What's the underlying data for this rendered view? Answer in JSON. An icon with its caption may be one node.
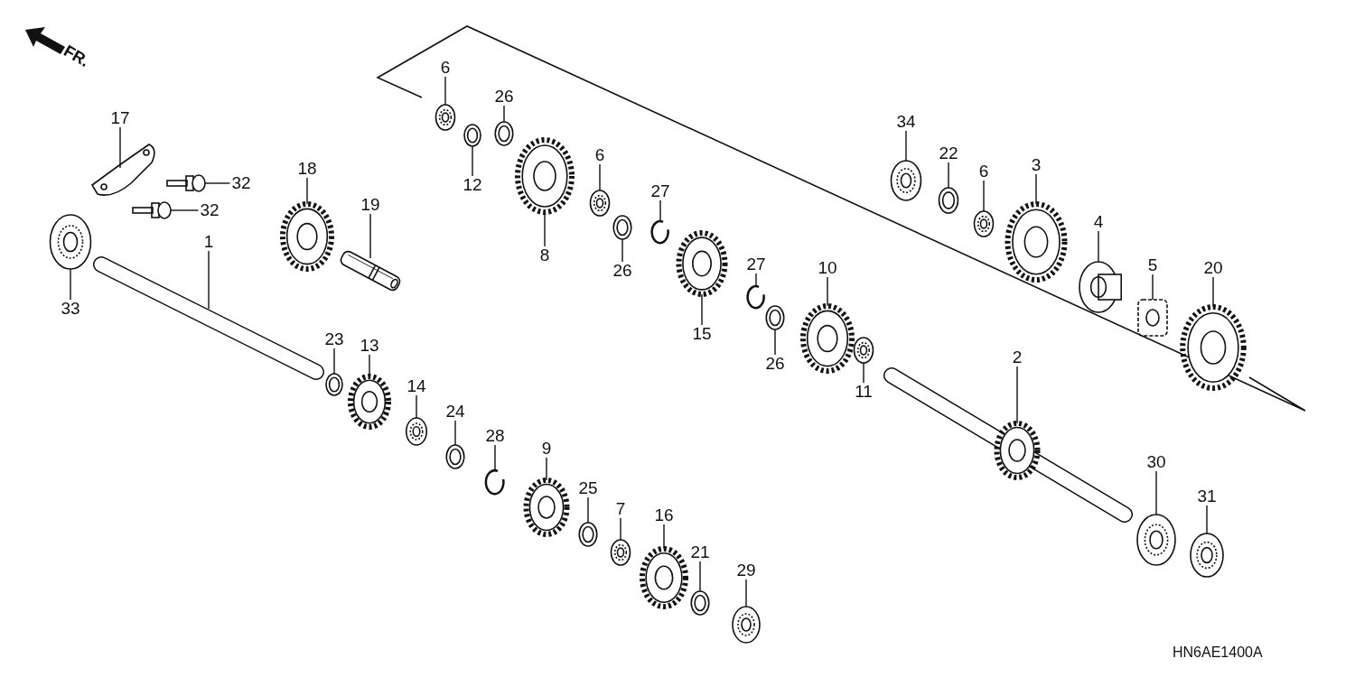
{
  "diagram": {
    "nodes": [
      {
        "text": [
          "6"
        ]
      },
      {
        "text": [
          "26"
        ]
      },
      {
        "text": [
          "12"
        ]
      },
      {
        "text": [
          "8"
        ]
      },
      {
        "text": [
          "6"
        ]
      },
      {
        "text": [
          "27"
        ]
      },
      {
        "text": [
          "26"
        ]
      },
      {
        "text": [
          "34"
        ]
      },
      {
        "text": [
          "22"
        ]
      },
      {
        "text": [
          "6"
        ]
      },
      {
        "text": [
          "3"
        ]
      },
      {
        "text": [
          "17"
        ]
      },
      {
        "text": [
          "18"
        ]
      },
      {
        "text": [
          "32"
        ]
      },
      {
        "text": [
          "32"
        ]
      },
      {
        "text": [
          "19"
        ]
      },
      {
        "text": [
          "1"
        ]
      },
      {
        "text": [
          "33"
        ]
      },
      {
        "text": [
          "27"
        ]
      },
      {
        "text": [
          "15"
        ]
      },
      {
        "text": [
          "10"
        ]
      },
      {
        "text": [
          "26"
        ]
      },
      {
        "text": [
          "11"
        ]
      },
      {
        "text": [
          "4"
        ]
      },
      {
        "text": [
          "5"
        ]
      },
      {
        "text": [
          "20"
        ]
      },
      {
        "text": [
          "2"
        ]
      },
      {
        "text": [
          "23"
        ]
      },
      {
        "text": [
          "13"
        ]
      },
      {
        "text": [
          "14"
        ]
      },
      {
        "text": [
          "24"
        ]
      },
      {
        "text": [
          "28"
        ]
      },
      {
        "text": [
          "9"
        ]
      },
      {
        "text": [
          "25"
        ]
      },
      {
        "text": [
          "7"
        ]
      },
      {
        "text": [
          "16"
        ]
      },
      {
        "text": [
          "21"
        ]
      },
      {
        "text": [
          "29"
        ]
      },
      {
        "text": [
          "30"
        ]
      },
      {
        "text": [
          "31"
        ]
      },
      {
        "text": [],
        "shape": "picture"
      },
      {
        "text": [],
        "shape": "picture"
      },
      {
        "text": [],
        "shape": "picture"
      },
      {
        "text": [],
        "shape": "picture"
      },
      {
        "text": [],
        "shape": "picture"
      },
      {
        "text": [],
        "shape": "picture"
      },
      {
        "text": [],
        "shape": "picture"
      },
      {
        "text": [],
        "shape": "picture"
      },
      {
        "text": [],
        "shape": "picture"
      },
      {
        "text": [],
        "shape": "picture"
      },
      {
        "text": [],
        "shape": "picture"
      },
      {
        "text": [],
        "shape": "picture"
      },
      {
        "text": [],
        "shape": "picture"
      },
      {
        "text": [],
        "shape": "picture"
      },
      {
        "text": [],
        "shape": "picture"
      },
      {
        "text": [],
        "shape": "picture"
      },
      {
        "text": [],
        "shape": "picture"
      },
      {
        "text": [],
        "shape": "picture"
      },
      {
        "text": [],
        "shape": "picture"
      },
      {
        "text": [],
        "shape": "picture"
      },
      {
        "text": [],
        "shape": "picture"
      },
      {
        "text": [],
        "shape": "picture"
      },
      {
        "text": [],
        "shape": "picture"
      },
      {
        "text": [],
        "shape": "picture"
      },
      {
        "text": [],
        "shape": "picture"
      },
      {
        "text": [],
        "shape": "picture"
      },
      {
        "text": [],
        "shape": "picture"
      },
      {
        "text": [],
        "shape": "picture"
      },
      {
        "text": [],
        "shape": "picture"
      },
      {
        "text": [],
        "shape": "picture"
      },
      {
        "text": [],
        "shape": "picture"
      },
      {
        "text": [],
        "shape": "picture"
      },
      {
        "text": [],
        "shape": "picture"
      },
      {
        "text": [],
        "shape": "picture"
      },
      {
        "text": [],
        "shape": "picture"
      },
      {
        "text": [],
        "shape": "picture"
      },
      {
        "text": [],
        "shape": "picture"
      },
      {
        "text": [],
        "shape": "picture"
      },
      {
        "text": [],
        "shape": "picture"
      },
      {
        "text": [],
        "shape": "picture"
      }
    ],
    "edges": [
      {
        "from": 0,
        "to": 40,
        "arrow": "none"
      },
      {
        "from": 1,
        "to": 41,
        "arrow": "none"
      },
      {
        "from": 2,
        "to": 42,
        "arrow": "none"
      },
      {
        "from": 3,
        "to": 43,
        "arrow": "none"
      },
      {
        "from": 4,
        "to": 44,
        "arrow": "none"
      },
      {
        "from": 5,
        "to": 45,
        "arrow": "none"
      },
      {
        "from": 6,
        "to": 46,
        "arrow": "none"
      },
      {
        "from": 7,
        "to": 47,
        "arrow": "none"
      },
      {
        "from": 8,
        "to": 48,
        "arrow": "none"
      },
      {
        "from": 9,
        "to": 49,
        "arrow": "none"
      },
      {
        "from": 10,
        "to": 50,
        "arrow": "none"
      },
      {
        "from": 11,
        "to": 51,
        "arrow": "none"
      },
      {
        "from": 12,
        "to": 52,
        "arrow": "none"
      },
      {
        "from": 13,
        "to": 53,
        "arrow": "none"
      },
      {
        "from": 14,
        "to": 54,
        "arrow": "none"
      },
      {
        "from": 15,
        "to": 55,
        "arrow": "none"
      },
      {
        "from": 16,
        "to": 56,
        "arrow": "none"
      },
      {
        "from": 17,
        "to": 57,
        "arrow": "none"
      },
      {
        "from": 18,
        "to": 58,
        "arrow": "none"
      },
      {
        "from": 19,
        "to": 59,
        "arrow": "none"
      },
      {
        "from": 20,
        "to": 60,
        "arrow": "none"
      },
      {
        "from": 21,
        "to": 61,
        "arrow": "none"
      },
      {
        "from": 22,
        "to": 62,
        "arrow": "none"
      },
      {
        "from": 23,
        "to": 63,
        "arrow": "none"
      },
      {
        "from": 24,
        "to": 64,
        "arrow": "none"
      },
      {
        "from": 25,
        "to": 65,
        "arrow": "none"
      },
      {
        "from": 26,
        "to": 66,
        "arrow": "none"
      },
      {
        "from": 27,
        "to": 67,
        "arrow": "none"
      },
      {
        "from": 28,
        "to": 68,
        "arrow": "none"
      },
      {
        "from": 29,
        "to": 69,
        "arrow": "none"
      },
      {
        "from": 30,
        "to": 70,
        "arrow": "none"
      },
      {
        "from": 31,
        "to": 71,
        "arrow": "none"
      },
      {
        "from": 32,
        "to": 72,
        "arrow": "none"
      },
      {
        "from": 33,
        "to": 73,
        "arrow": "none"
      },
      {
        "from": 34,
        "to": 74,
        "arrow": "none"
      },
      {
        "from": 35,
        "to": 75,
        "arrow": "none"
      },
      {
        "from": 36,
        "to": 76,
        "arrow": "none"
      },
      {
        "from": 37,
        "to": 77,
        "arrow": "none"
      },
      {
        "from": 38,
        "to": 78,
        "arrow": "none"
      },
      {
        "from": 39,
        "to": 79,
        "arrow": "none"
      }
    ],
    "labels": [
      "FR.",
      "HN6AE1400A"
    ]
  }
}
